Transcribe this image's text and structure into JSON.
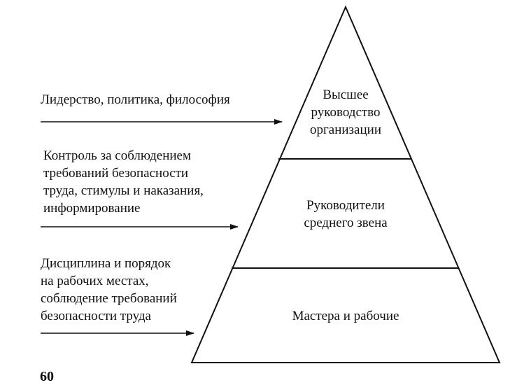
{
  "pyramid": {
    "tiers": [
      {
        "label": "Высшее\nруководство\nорганизации"
      },
      {
        "label": "Руководители\nсреднего звена"
      },
      {
        "label": "Мастера и рабочие"
      }
    ]
  },
  "arrows": [
    {
      "text": "Лидерство, политика, философия"
    },
    {
      "text": "Контроль за соблюдением\nтребований безопасности\nтруда, стимулы и наказания,\nинформирование"
    },
    {
      "text": "Дисциплина и порядок\nна рабочих местах,\nсоблюдение требований\nбезопасности труда"
    }
  ],
  "page_number": "60"
}
